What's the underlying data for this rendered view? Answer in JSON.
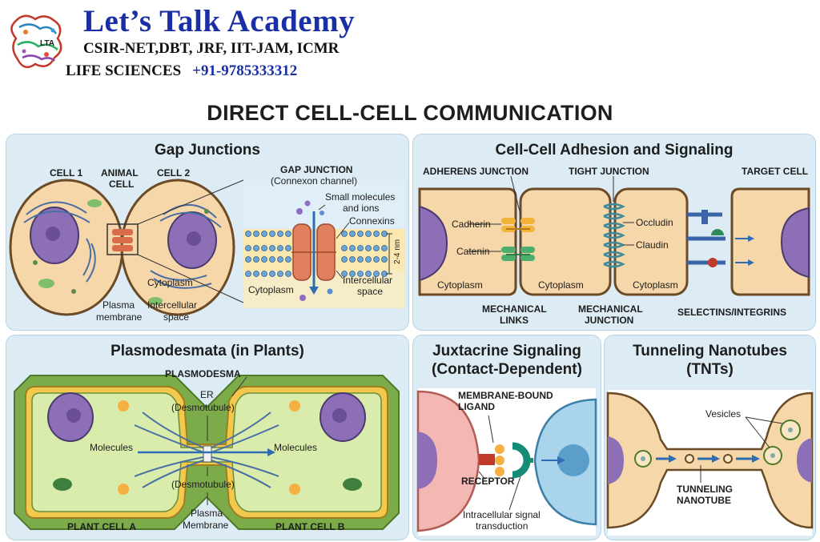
{
  "header": {
    "brand_title": "Let’s Talk Academy",
    "brand_subtitle": "CSIR-NET,DBT, JRF, IIT-JAM, ICMR",
    "brand_line3": "LIFE SCIENCES",
    "phone": "+91-9785333312",
    "logo_text": "LTA"
  },
  "main_title": "DIRECT CELL-CELL COMMUNICATION",
  "gap": {
    "title": "Gap Junctions",
    "cell1": "CELL 1",
    "animal_cell_1": "ANIMAL",
    "animal_cell_2": "CELL",
    "cell2": "CELL 2",
    "cytoplasm": "Cytoplasm",
    "plasma_1": "Plasma",
    "plasma_2": "membrane",
    "inter_1": "Intercellular",
    "inter_2": "space",
    "gj_title": "GAP JUNCTION",
    "gj_sub": "(Connexon channel)",
    "small_1": "Small molecules",
    "small_2": "and ions",
    "connexins": "Connexins",
    "nm": "2-4 nm",
    "cytoplasm2": "Cytoplasm",
    "inter2_1": "Intercellular",
    "inter2_2": "space"
  },
  "adhesion": {
    "title": "Cell-Cell Adhesion and Signaling",
    "adherens": "ADHERENS JUNCTION",
    "tight": "TIGHT JUNCTION",
    "target": "TARGET CELL",
    "cadherin": "Cadherin",
    "catenin": "Catenin",
    "occludin": "Occludin",
    "claudin": "Claudin",
    "cytoplasm_a": "Cytoplasm",
    "cytoplasm_b": "Cytoplasm",
    "cytoplasm_c": "Cytoplasm",
    "mech_links_1": "MECHANICAL",
    "mech_links_2": "LINKS",
    "mech_junction_1": "MECHANICAL",
    "mech_junction_2": "JUNCTION",
    "selectins": "SELECTINS/INTEGRINS"
  },
  "plasmo": {
    "title": "Plasmodesmata (in Plants)",
    "plasmodesma": "PLASMODESMA",
    "er_1": "ER",
    "er_2": "(Desmotubule)",
    "molecules_left": "Molecules",
    "molecules_right": "Molecules",
    "desmo": "(Desmotubule)",
    "plasma_1": "Plasma",
    "plasma_2": "Membrane",
    "cell_a": "PLANT CELL A",
    "cell_b": "PLANT CELL B"
  },
  "juxta": {
    "title_1": "Juxtacrine Signaling",
    "title_2": "(Contact-Dependent)",
    "ligand_1": "MEMBRANE-BOUND",
    "ligand_2": "LIGAND",
    "receptor": "RECEPTOR",
    "intra_1": "Intracellular signal",
    "intra_2": "transduction"
  },
  "tnt": {
    "title_1": "Tunneling Nanotubes",
    "title_2": "(TNTs)",
    "vesicles": "Vesicles",
    "label_1": "TUNNELING",
    "label_2": "NANOTUBE"
  }
}
